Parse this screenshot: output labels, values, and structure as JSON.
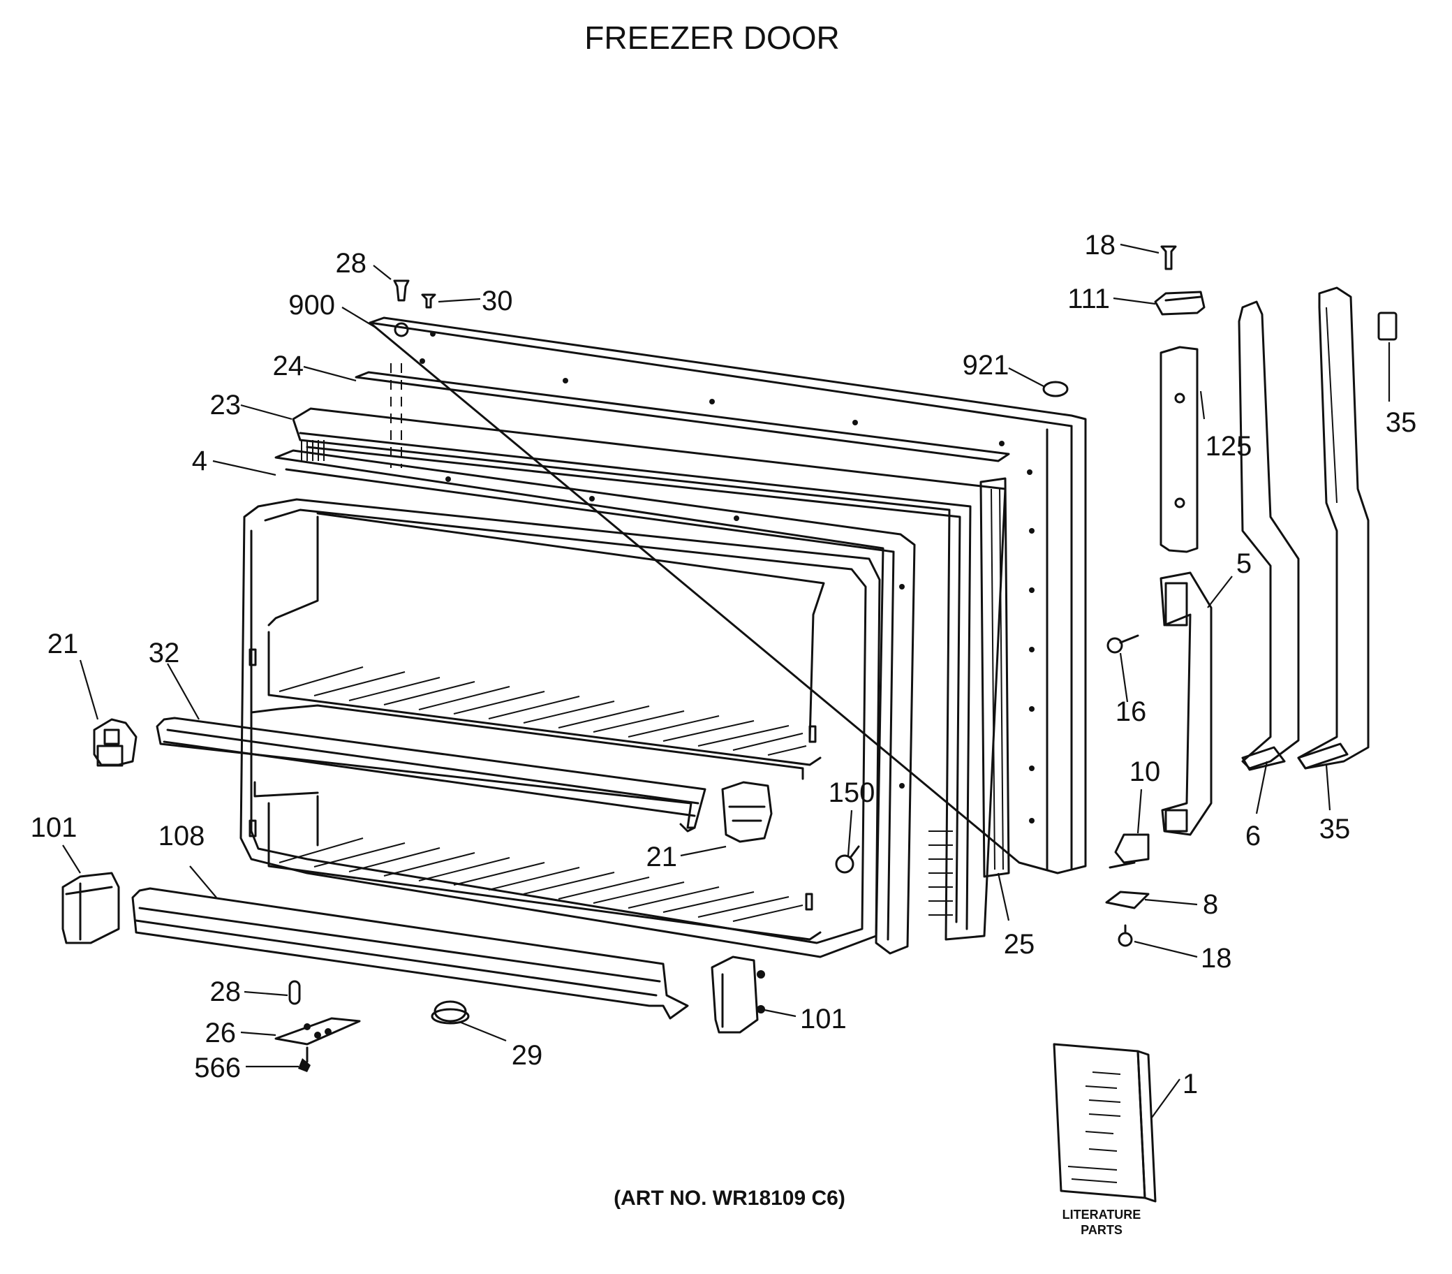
{
  "title": "FREEZER DOOR",
  "art_number": "(ART NO. WR18109 C6)",
  "literature_caption": [
    "LITERATURE",
    "PARTS"
  ],
  "callouts": {
    "c900": "900",
    "c28_top": "28",
    "c30": "30",
    "c24": "24",
    "c23": "23",
    "c4": "4",
    "c921": "921",
    "c18_top": "18",
    "c111": "111",
    "c125": "125",
    "c35_right": "35",
    "c35_bottom": "35",
    "c5": "5",
    "c6": "6",
    "c16": "16",
    "c10": "10",
    "c8": "8",
    "c18_bottom": "18",
    "c25": "25",
    "c150": "150",
    "c21_left": "21",
    "c21_mid": "21",
    "c32": "32",
    "c101_left": "101",
    "c101_right": "101",
    "c108": "108",
    "c28_bottom": "28",
    "c26": "26",
    "c566": "566",
    "c29": "29",
    "c1": "1"
  }
}
